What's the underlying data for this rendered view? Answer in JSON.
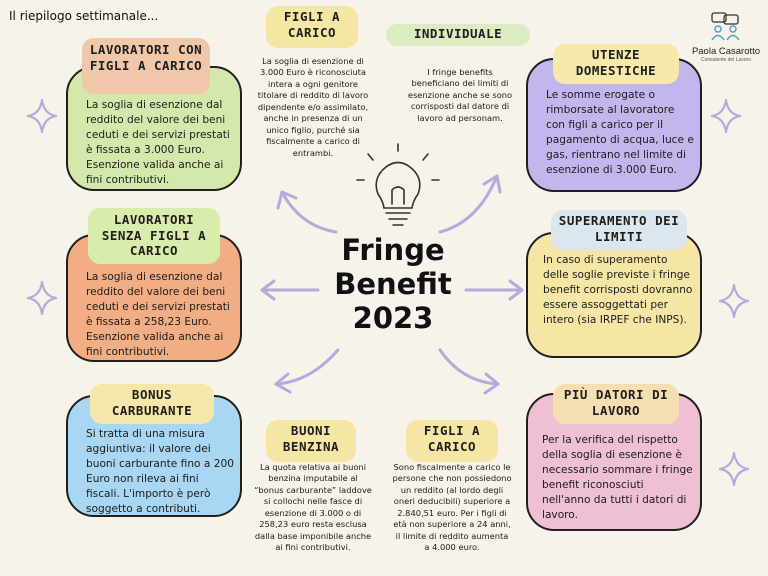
{
  "header": "Il riepilogo settimanale...",
  "brand": {
    "name": "Paola Casarotto",
    "subtitle": "Consulente del Lavoro",
    "icon": "consultant-logo-icon"
  },
  "title": [
    "Fringe",
    "Benefit",
    "2023"
  ],
  "center_icon": "lightbulb-icon",
  "decoration_icon": "sparkle-icon",
  "colors": {
    "background": "#f8f3ea",
    "green": "#d4e8ab",
    "green_tag": "#f0c7a9",
    "orange": "#f1ad84",
    "orange_tag": "#d8edab",
    "blue": "#a9d6f2",
    "blue_tag": "#f6e6a9",
    "purple": "#c3b6ec",
    "purple_tag": "#f7e8ab",
    "yellow": "#f6e6a5",
    "yellow_tag": "#dce6ee",
    "pink": "#efbfd4",
    "pink_tag": "#f5dfb2",
    "arrows": "#b7a9dc"
  },
  "cards": {
    "lavoratori_con_figli": {
      "title": "LAVORATORI CON FIGLI A CARICO",
      "text": "La soglia di esenzione dal reddito del valore dei beni ceduti e dei servizi prestati è fissata a 3.000 Euro. Esenzione valida anche ai fini contributivi."
    },
    "lavoratori_senza_figli": {
      "title": "LAVORATORI SENZA FIGLI A CARICO",
      "text": "La soglia di esenzione dal reddito del valore dei beni ceduti e dei servizi prestati è fissata a 258,23 Euro. Esenzione valida anche ai fini contributivi."
    },
    "bonus_carburante": {
      "title": "BONUS CARBURANTE",
      "text": "Si tratta di una misura aggiuntiva: il valore dei buoni carburante fino a 200 Euro non rileva ai fini fiscali. L'importo è però soggetto a contributi."
    },
    "utenze_domestiche": {
      "title": "UTENZE DOMESTICHE",
      "text": "Le somme erogate o rimborsate al lavoratore con figli a carico per il pagamento di acqua, luce e gas, rientrano nel limite di esenzione di 3.000 Euro."
    },
    "superamento_limiti": {
      "title": "SUPERAMENTO DEI LIMITI",
      "text": "In caso di superamento delle soglie previste i fringe benefit corrisposti dovranno essere assoggettati per intero (sia IRPEF che INPS)."
    },
    "piu_datori": {
      "title": "PIÙ DATORI DI LAVORO",
      "text": "Per la verifica del rispetto della soglia di esenzione è necessario sommare i fringe benefit riconosciuti nell'anno da tutti i datori di lavoro."
    }
  },
  "notes": {
    "figli_top": {
      "title": "FIGLI A CARICO",
      "text": "La soglia di esenzione di 3.000 Euro  è riconosciuta intera a ogni genitore titolare di reddito di lavoro dipendente e/o assimilato, anche in presenza di un unico figlio, purché sia fiscalmente a carico di entrambi."
    },
    "individuale": {
      "title": "INDIVIDUALE",
      "text": "I fringe benefits beneficiano dei limiti di esenzione anche se sono corrisposti dal datore di lavoro ad personam."
    },
    "buoni_benzina": {
      "title": "BUONI BENZINA",
      "text": "La quota relativa ai buoni benzina imputabile al “bonus carburante” laddove si collochi nelle fasce di esenzione di 3.000 o di 258,23 euro resta esclusa dalla base imponibile anche ai fini contributivi."
    },
    "figli_bottom": {
      "title": "FIGLI A CARICO",
      "text": "Sono  fiscalmente a carico le persone che non possiedono un reddito (al lordo degli oneri deducibili) superiore a 2.840,51 euro. Per i figli di età non superiore a 24 anni, il limite di reddito aumenta a 4.000 euro."
    }
  }
}
